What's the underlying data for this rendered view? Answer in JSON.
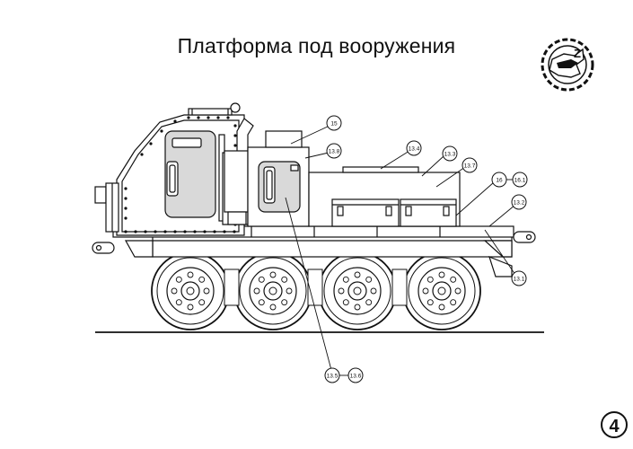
{
  "title": "Платформа под вооружения",
  "page_number": "4",
  "logo": "gear-emblem",
  "callouts": {
    "c15": "15",
    "c13_8": "13.8",
    "c13_4": "13.4",
    "c13_3": "13.3",
    "c13_7": "13.7",
    "c16": "16",
    "c16_1": "16.1",
    "c13_2": "13.2",
    "c13_1": "13.1",
    "c13_5": "13.5",
    "c13_6": "13.6"
  }
}
